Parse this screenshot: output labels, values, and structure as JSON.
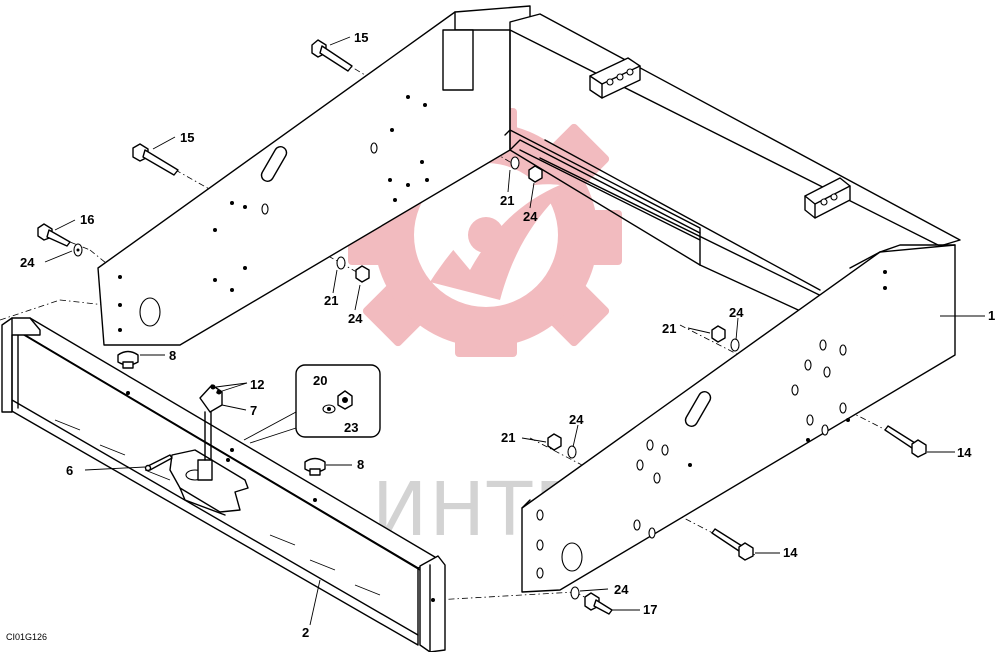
{
  "drawing_code": "CI01G126",
  "watermark": {
    "text": "ИНТЕХ",
    "emblem_color": "#f2b8bc",
    "text_color": "#d3d3d3"
  },
  "callouts": [
    "15",
    "15",
    "16",
    "24",
    "21",
    "24",
    "21",
    "24",
    "8",
    "12",
    "7",
    "20",
    "23",
    "6",
    "8",
    "2",
    "21",
    "24",
    "1",
    "21",
    "24",
    "14",
    "14",
    "24",
    "17"
  ]
}
